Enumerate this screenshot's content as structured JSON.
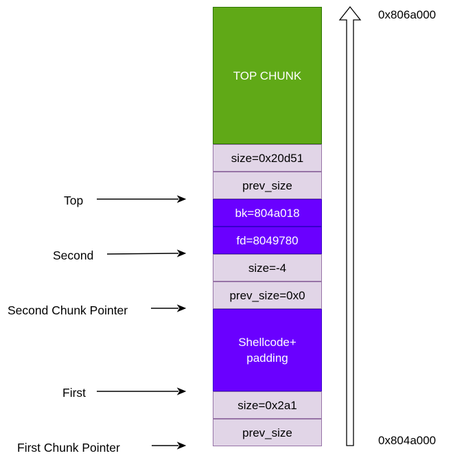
{
  "memory_blocks": {
    "top_chunk": "TOP CHUNK",
    "top_size": "size=0x20d51",
    "top_prev_size": "prev_size",
    "bk": "bk=804a018",
    "fd": "fd=8049780",
    "second_size": "size=-4",
    "second_prev_size": "prev_size=0x0",
    "shellcode": "Shellcode+\npadding",
    "first_size": "size=0x2a1",
    "first_prev_size": "prev_size"
  },
  "pointer_labels": {
    "top": "Top",
    "second": "Second",
    "second_chunk_pointer": "Second Chunk Pointer",
    "first": "First",
    "first_chunk_pointer": "First Chunk Pointer"
  },
  "addresses": {
    "high": "0x806a000",
    "low": "0x804a000"
  },
  "colors": {
    "chunk_fill": "#e1d5e7",
    "chunk_border": "#9673a6",
    "pointer_fill": "#6a00ff",
    "top_chunk_fill": "#60a917",
    "arrow": "#000000"
  }
}
